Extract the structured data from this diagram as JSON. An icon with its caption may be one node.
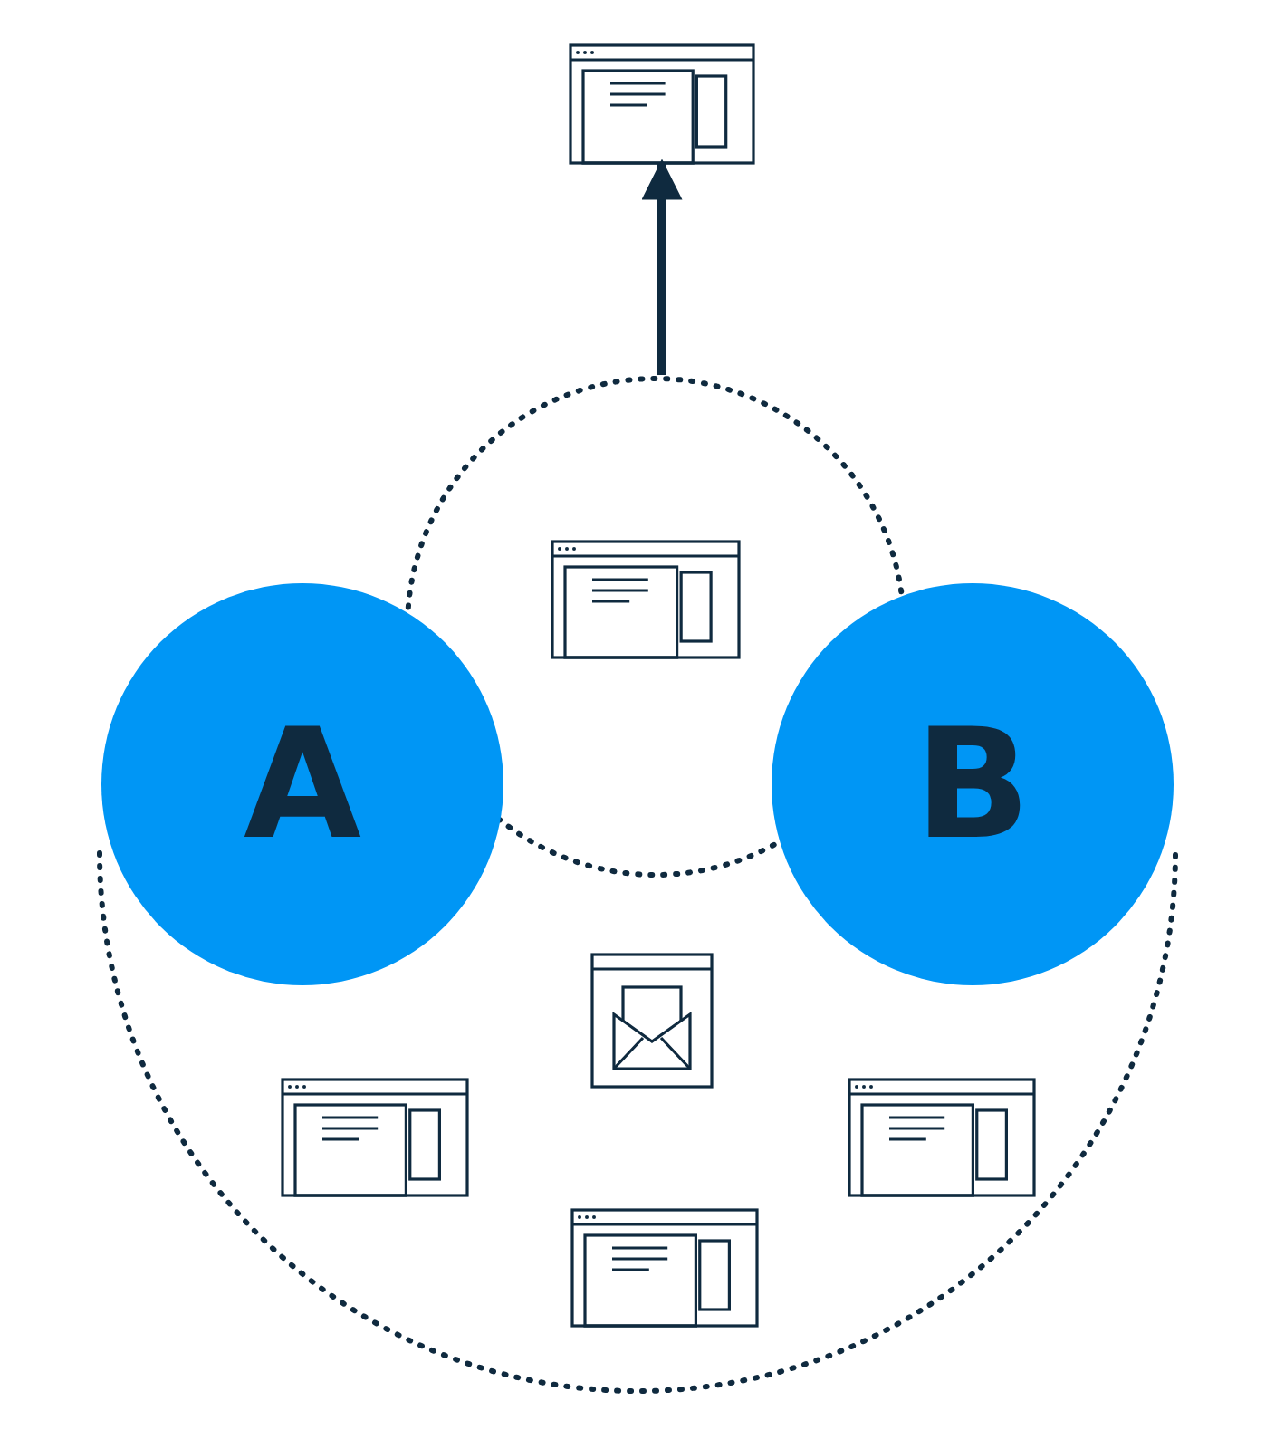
{
  "diagram": {
    "nodes": [
      {
        "text": [
          "A"
        ]
      },
      {
        "text": [
          "B"
        ]
      },
      {
        "text": [],
        "shape": "circle"
      },
      {
        "text": [],
        "shape": "box"
      }
    ],
    "edges": [
      {
        "from": 2,
        "to": 3,
        "arrow": "to"
      }
    ]
  }
}
